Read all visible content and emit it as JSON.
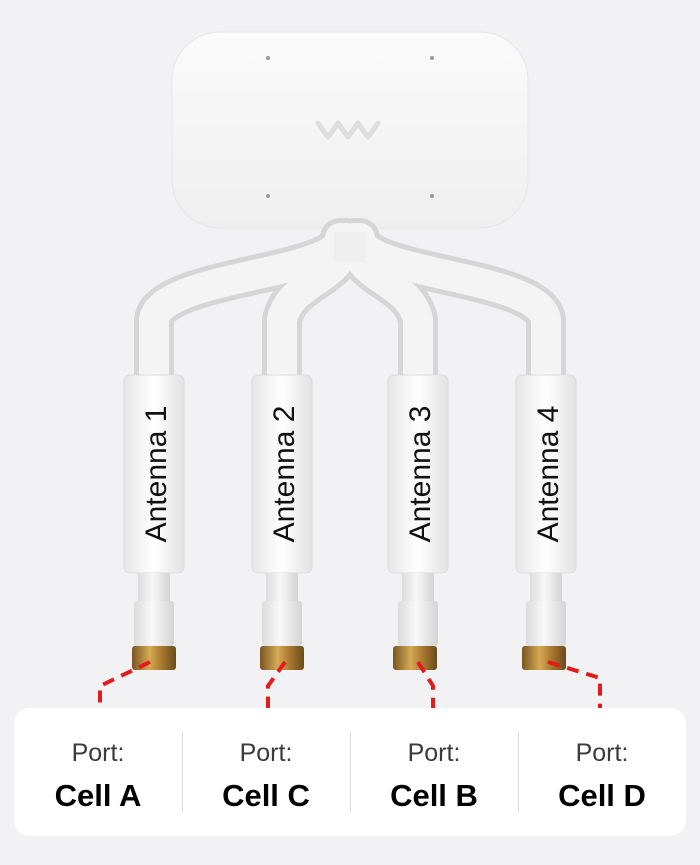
{
  "antennas": [
    {
      "label": "Antenna 1"
    },
    {
      "label": "Antenna 2"
    },
    {
      "label": "Antenna 3"
    },
    {
      "label": "Antenna 4"
    }
  ],
  "ports": [
    {
      "label": "Port:",
      "value": "Cell A"
    },
    {
      "label": "Port:",
      "value": "Cell C"
    },
    {
      "label": "Port:",
      "value": "Cell B"
    },
    {
      "label": "Port:",
      "value": "Cell D"
    }
  ],
  "colors": {
    "background": "#f2f2f4",
    "device": "#f7f7f7",
    "cable": "#ececec",
    "connector": "#b8893a",
    "dashed_line": "#e31b1b",
    "panel": "#ffffff"
  },
  "icons": [
    "device-logo-icon"
  ]
}
